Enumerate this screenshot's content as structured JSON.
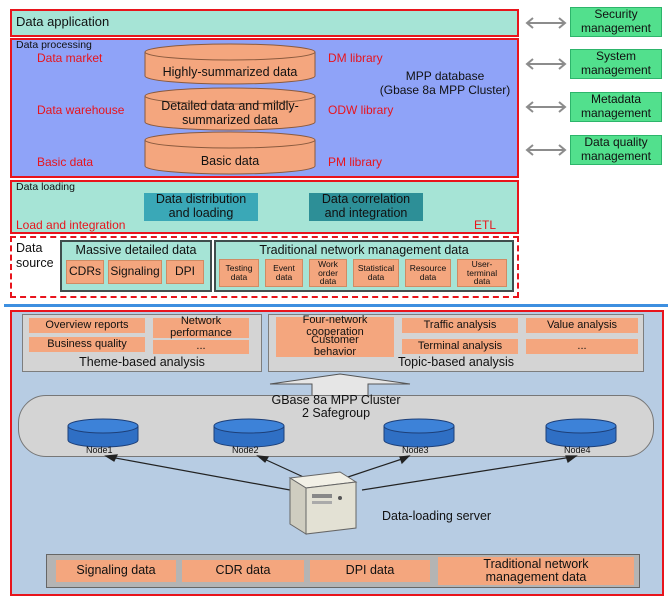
{
  "top": {
    "data_application": "Data application",
    "data_processing": "Data processing",
    "data_market": "Data market",
    "data_warehouse": "Data warehouse",
    "basic_data_label": "Basic data",
    "dm_library": "DM library",
    "odw_library": "ODW library",
    "pm_library": "PM library",
    "layer_highly": "Highly-summarized data",
    "layer_detailed_1": "Detailed data and mildly-",
    "layer_detailed_2": "summarized data",
    "layer_basic": "Basic data",
    "mpp_1": "MPP database",
    "mpp_2": "(Gbase 8a MPP Cluster)",
    "data_loading": "Data loading",
    "distribution_1": "Data distribution",
    "distribution_2": "and loading",
    "correlation_1": "Data correlation",
    "correlation_2": "and integration",
    "load_integration": "Load and integration",
    "etl": "ETL",
    "data_source_1": "Data",
    "data_source_2": "source",
    "massive_title": "Massive detailed data",
    "massive_items": [
      "CDRs",
      "Signaling",
      "DPI"
    ],
    "traditional_title": "Traditional network management data",
    "traditional_items": [
      {
        "l1": "Testing",
        "l2": "data",
        "l3": ""
      },
      {
        "l1": "Event",
        "l2": "data",
        "l3": ""
      },
      {
        "l1": "Work",
        "l2": "order",
        "l3": "data"
      },
      {
        "l1": "Statistical",
        "l2": "data",
        "l3": ""
      },
      {
        "l1": "Resource",
        "l2": "data",
        "l3": ""
      },
      {
        "l1": "User-",
        "l2": "terminal",
        "l3": "data"
      }
    ]
  },
  "right": [
    {
      "l1": "Security",
      "l2": "management"
    },
    {
      "l1": "System",
      "l2": "management"
    },
    {
      "l1": "Metadata",
      "l2": "management"
    },
    {
      "l1": "Data quality",
      "l2": "management"
    }
  ],
  "bottom": {
    "theme_items": [
      {
        "l1": "Overview reports",
        "l2": ""
      },
      {
        "l1": "Network",
        "l2": "performance"
      },
      {
        "l1": "Business quality",
        "l2": ""
      },
      {
        "l1": "...",
        "l2": ""
      }
    ],
    "theme_title": "Theme-based analysis",
    "topic_items": [
      {
        "l1": "Four-network",
        "l2": "cooperation"
      },
      {
        "l1": "Traffic analysis",
        "l2": ""
      },
      {
        "l1": "Value analysis",
        "l2": ""
      },
      {
        "l1": "Customer",
        "l2": "behavior"
      },
      {
        "l1": "Terminal analysis",
        "l2": ""
      },
      {
        "l1": "...",
        "l2": ""
      }
    ],
    "topic_title": "Topic-based analysis",
    "cluster_1": "GBase 8a MPP Cluster",
    "cluster_2": "2 Safegroup",
    "nodes": [
      "Node1",
      "Node2",
      "Node3",
      "Node4"
    ],
    "server_label": "Data-loading server",
    "sources": [
      {
        "l1": "Signaling data",
        "l2": ""
      },
      {
        "l1": "CDR data",
        "l2": ""
      },
      {
        "l1": "DPI data",
        "l2": ""
      },
      {
        "l1": "Traditional network",
        "l2": "management data"
      }
    ]
  },
  "colors": {
    "teal_bg": "#a6e4d6",
    "blue_bg": "#8fa3f8",
    "cylinder": "#f4a67e",
    "teal_box": "#3aa8b7",
    "bottom_bg": "#b7cce3",
    "red_border": "#e8141c",
    "divider_blue": "#3d8fe0",
    "right_green": "#52e08d",
    "node_blue": "#2f6fc4"
  }
}
